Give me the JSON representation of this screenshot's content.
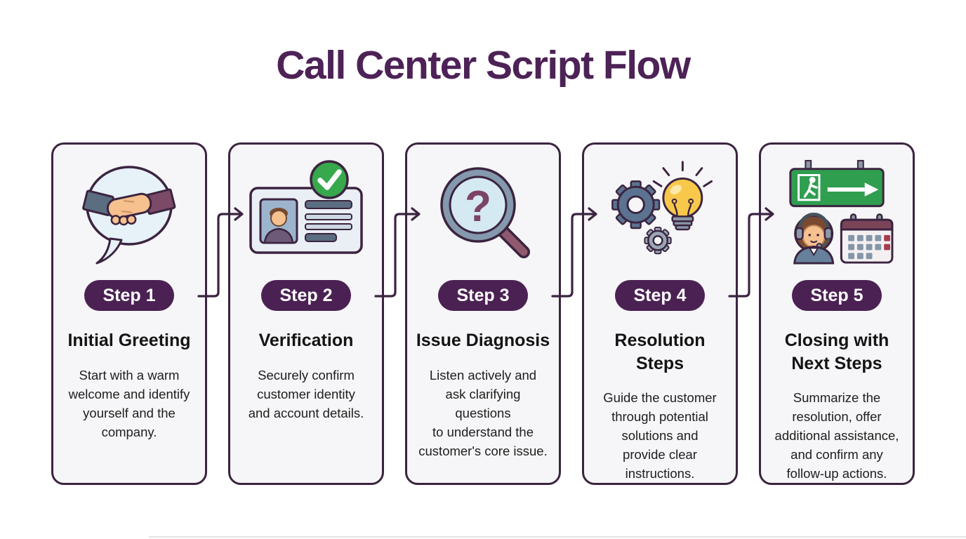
{
  "title": "Call Center Script Flow",
  "colors": {
    "title_purple": "#4d2256",
    "badge_purple": "#4b2153",
    "card_border": "#3b2440",
    "card_background": "#f6f5f7",
    "connector": "#3b2440",
    "check_green": "#37a84c",
    "exit_sign_green": "#2f9e4f",
    "bulb_yellow": "#f8c84a"
  },
  "steps": [
    {
      "badge": "Step 1",
      "icon": "handshake-speech-bubble-icon",
      "heading": "Initial Greeting",
      "description": "Start with a warm\nwelcome and identify\nyourself and the\ncompany."
    },
    {
      "badge": "Step 2",
      "icon": "id-card-verified-icon",
      "heading": "Verification",
      "description": "Securely confirm\ncustomer identity\nand account details."
    },
    {
      "badge": "Step 3",
      "icon": "magnifier-question-icon",
      "heading": "Issue Diagnosis",
      "description": "Listen actively and\nask clarifying\nquestions\nto understand the\ncustomer's core issue."
    },
    {
      "badge": "Step 4",
      "icon": "gears-lightbulb-icon",
      "heading": "Resolution\nSteps",
      "description": "Guide the customer\nthrough potential\nsolutions and\nprovide clear\ninstructions."
    },
    {
      "badge": "Step 5",
      "icon": "exit-agent-calendar-icon",
      "heading": "Closing with\nNext Steps",
      "description": "Summarize the\nresolution, offer\nadditional assistance,\nand confirm any\nfollow-up actions."
    }
  ]
}
